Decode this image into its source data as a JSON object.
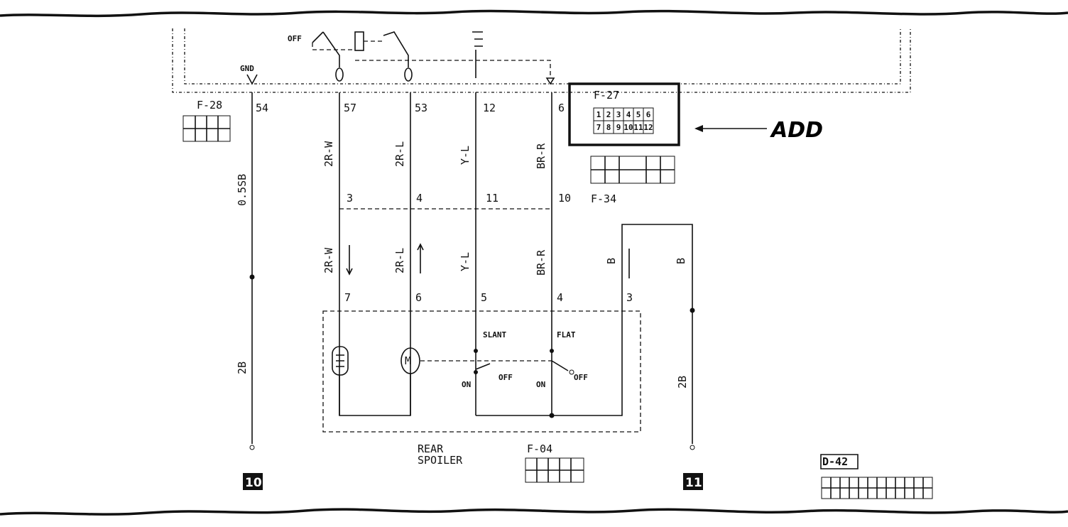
{
  "ecu": {
    "gnd_label": "GND",
    "off_label": "OFF",
    "connector_left": "F-28",
    "pin_labels": [
      "54",
      "57",
      "53",
      "12",
      "6"
    ]
  },
  "new_connector": {
    "name": "F-27",
    "pins_top": [
      "1",
      "2",
      "3",
      "4",
      "5",
      "6"
    ],
    "pins_bottom": [
      "7",
      "8",
      "9",
      "10",
      "11",
      "12"
    ],
    "add_label": "ADD"
  },
  "intermediate_connector": {
    "name": "F-34",
    "pin_labels": [
      "3",
      "4",
      "11",
      "10"
    ]
  },
  "wires": {
    "upper": [
      "0.5SB",
      "2R-W",
      "2R-L",
      "Y-L",
      "BR-R"
    ],
    "lower": [
      "2R-W",
      "2R-L",
      "Y-L",
      "BR-R",
      "B",
      "B"
    ],
    "ground_left": "2B",
    "ground_right": "2B"
  },
  "spoiler": {
    "pin_labels": [
      "7",
      "6",
      "5",
      "4",
      "3"
    ],
    "slant_label": "SLANT",
    "flat_label": "FLAT",
    "motor_symbol": "M",
    "on_label": "ON",
    "off_label": "OFF",
    "name_line1": "REAR",
    "name_line2": "SPOILER",
    "connector": "F-04"
  },
  "grounds": {
    "left_badge": "10",
    "right_badge": "11"
  },
  "legend": {
    "connector": "D-42"
  }
}
